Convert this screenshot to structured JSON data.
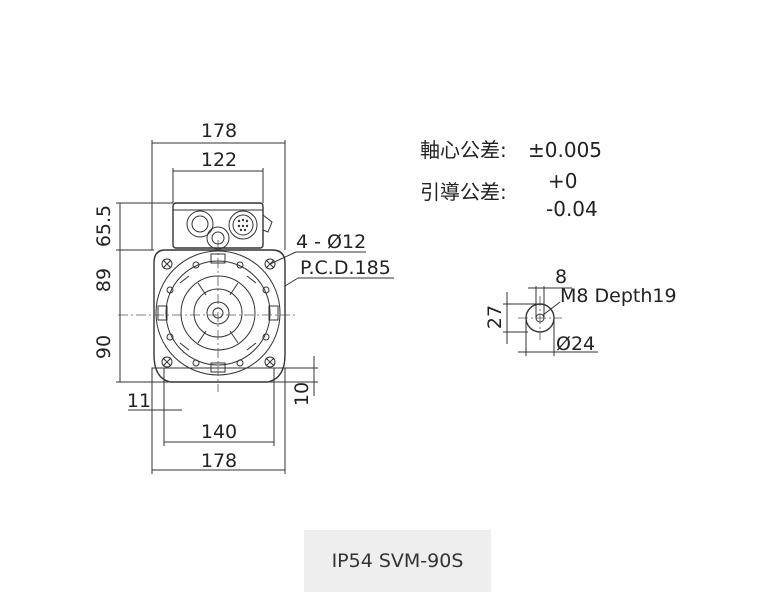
{
  "dimensions": {
    "overall_width_top": "178",
    "terminal_box_width": "122",
    "terminal_box_height": "65.5",
    "upper_height": "89",
    "lower_height": "90",
    "bolt_holes": "4 - Ø12",
    "pcd": "P.C.D.185",
    "foot_offset": "11",
    "foot_height": "10",
    "foot_spacing": "140",
    "overall_width_bottom": "178"
  },
  "tolerances": {
    "shaft_label": "軸心公差:",
    "shaft_value": "±0.005",
    "pilot_label": "引導公差:",
    "pilot_upper": "+0",
    "pilot_lower": "-0.04"
  },
  "shaft_detail": {
    "key_width": "8",
    "key_height": "27",
    "thread": "M8 Depth19",
    "diameter": "Ø24"
  },
  "model": "IP54 SVM-90S"
}
